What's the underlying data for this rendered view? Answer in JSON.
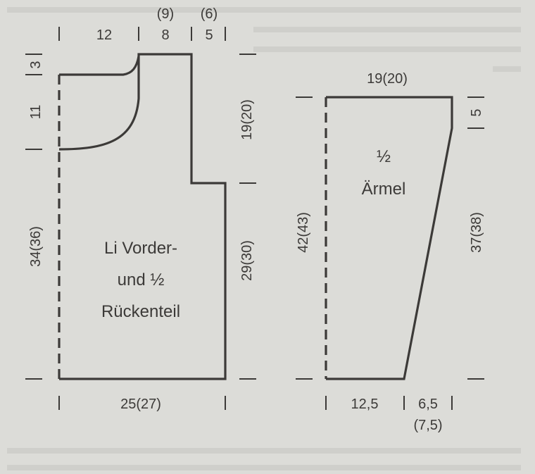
{
  "diagram": {
    "colors": {
      "background": "#dcdcd8",
      "ink": "#3c3a38",
      "show_through": "#c6c6c2"
    },
    "front_piece": {
      "label_lines": [
        "Li Vorder-",
        "und ½",
        "Rückenteil"
      ],
      "top_widths": {
        "neck": "12",
        "shoulder": "8",
        "shoulder_alt": "(9)",
        "underarm": "5",
        "underarm_alt": "(6)"
      },
      "bottom_width": "25(27)",
      "left_heights": {
        "neck_top": "3",
        "neck_depth": "11",
        "body": "34(36)"
      },
      "right_heights": {
        "armhole": "19(20)",
        "side": "29(30)"
      }
    },
    "sleeve": {
      "label_lines": [
        "½",
        "Ärmel"
      ],
      "top_width": "19(20)",
      "left_height": "42(43)",
      "right_heights": {
        "top": "5",
        "slope": "37(38)"
      },
      "bottom_widths": {
        "straight": "12,5",
        "taper": "6,5",
        "taper_alt": "(7,5)"
      }
    }
  }
}
